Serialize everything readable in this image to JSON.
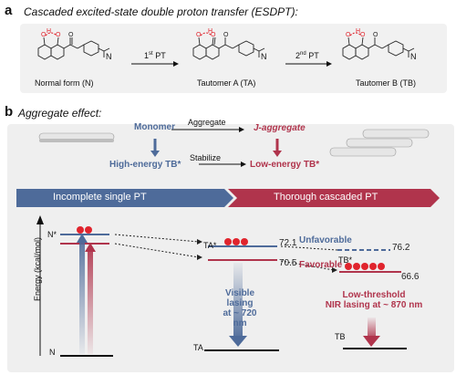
{
  "panel_a": {
    "letter": "a",
    "title": "Cascaded excited-state double proton transfer (ESDPT):",
    "structures": [
      {
        "label": "Normal form (N)"
      },
      {
        "label": "Tautomer A (TA)"
      },
      {
        "label": "Tautomer B (TB)"
      }
    ],
    "arrows": [
      {
        "label_main": "1",
        "label_sup": "st",
        "label_rest": " PT"
      },
      {
        "label_main": "2",
        "label_sup": "nd",
        "label_rest": " PT"
      }
    ],
    "dimethylamino": "N"
  },
  "panel_b": {
    "letter": "b",
    "title": "Aggregate effect:",
    "scheme": {
      "monomer": "Monomer",
      "high_energy": "High-energy TB*",
      "aggregate_arrow": "Aggregate",
      "stabilize_arrow": "Stabilize",
      "j_aggregate": "J-aggregate",
      "low_energy": "Low-energy TB*"
    },
    "banners": {
      "left": "Incomplete single PT",
      "right": "Thorough cascaded PT"
    },
    "energy_axis_label": "Energy (kcal/mol)",
    "levels": {
      "n_star": "N*",
      "n": "N",
      "ta_star": "TA*",
      "ta": "TA",
      "tb_star": "TB*",
      "tb": "TB",
      "v72": "72.1",
      "v70": "70.5",
      "v76": "76.2",
      "v66": "66.6"
    },
    "annotations": {
      "unfavorable": "Unfavorable",
      "favorable": "Favorable",
      "visible_lasing": [
        "Visible lasing",
        "at ~ 720 nm"
      ],
      "nir_lasing": [
        "Low-threshold",
        "NIR lasing at ~ 870 nm"
      ]
    },
    "colors": {
      "blue": "#4e6b9a",
      "red": "#b0344c",
      "ball_red": "#e0242d"
    }
  }
}
